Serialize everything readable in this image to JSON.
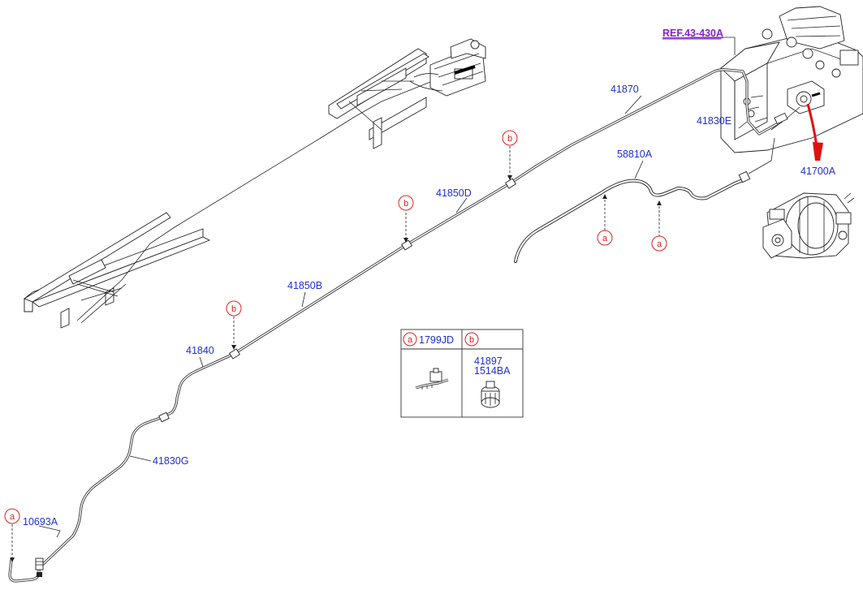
{
  "ref": {
    "label": "REF.43-430A"
  },
  "parts": {
    "p41870": "41870",
    "p41830E": "41830E",
    "p41700A": "41700A",
    "p58810A": "58810A",
    "p41850D": "41850D",
    "p41850B": "41850B",
    "p41840": "41840",
    "p41830G": "41830G",
    "p10693A": "10693A"
  },
  "callouts": {
    "a": "a",
    "b": "b"
  },
  "legend": {
    "a_code": "1799JD",
    "b_code1": "41897",
    "b_code2": "1514BA"
  },
  "colors": {
    "part": "#1f2fd6",
    "ref": "#8a1fd0",
    "callout": "#e02020",
    "arrow": "#e01010"
  }
}
